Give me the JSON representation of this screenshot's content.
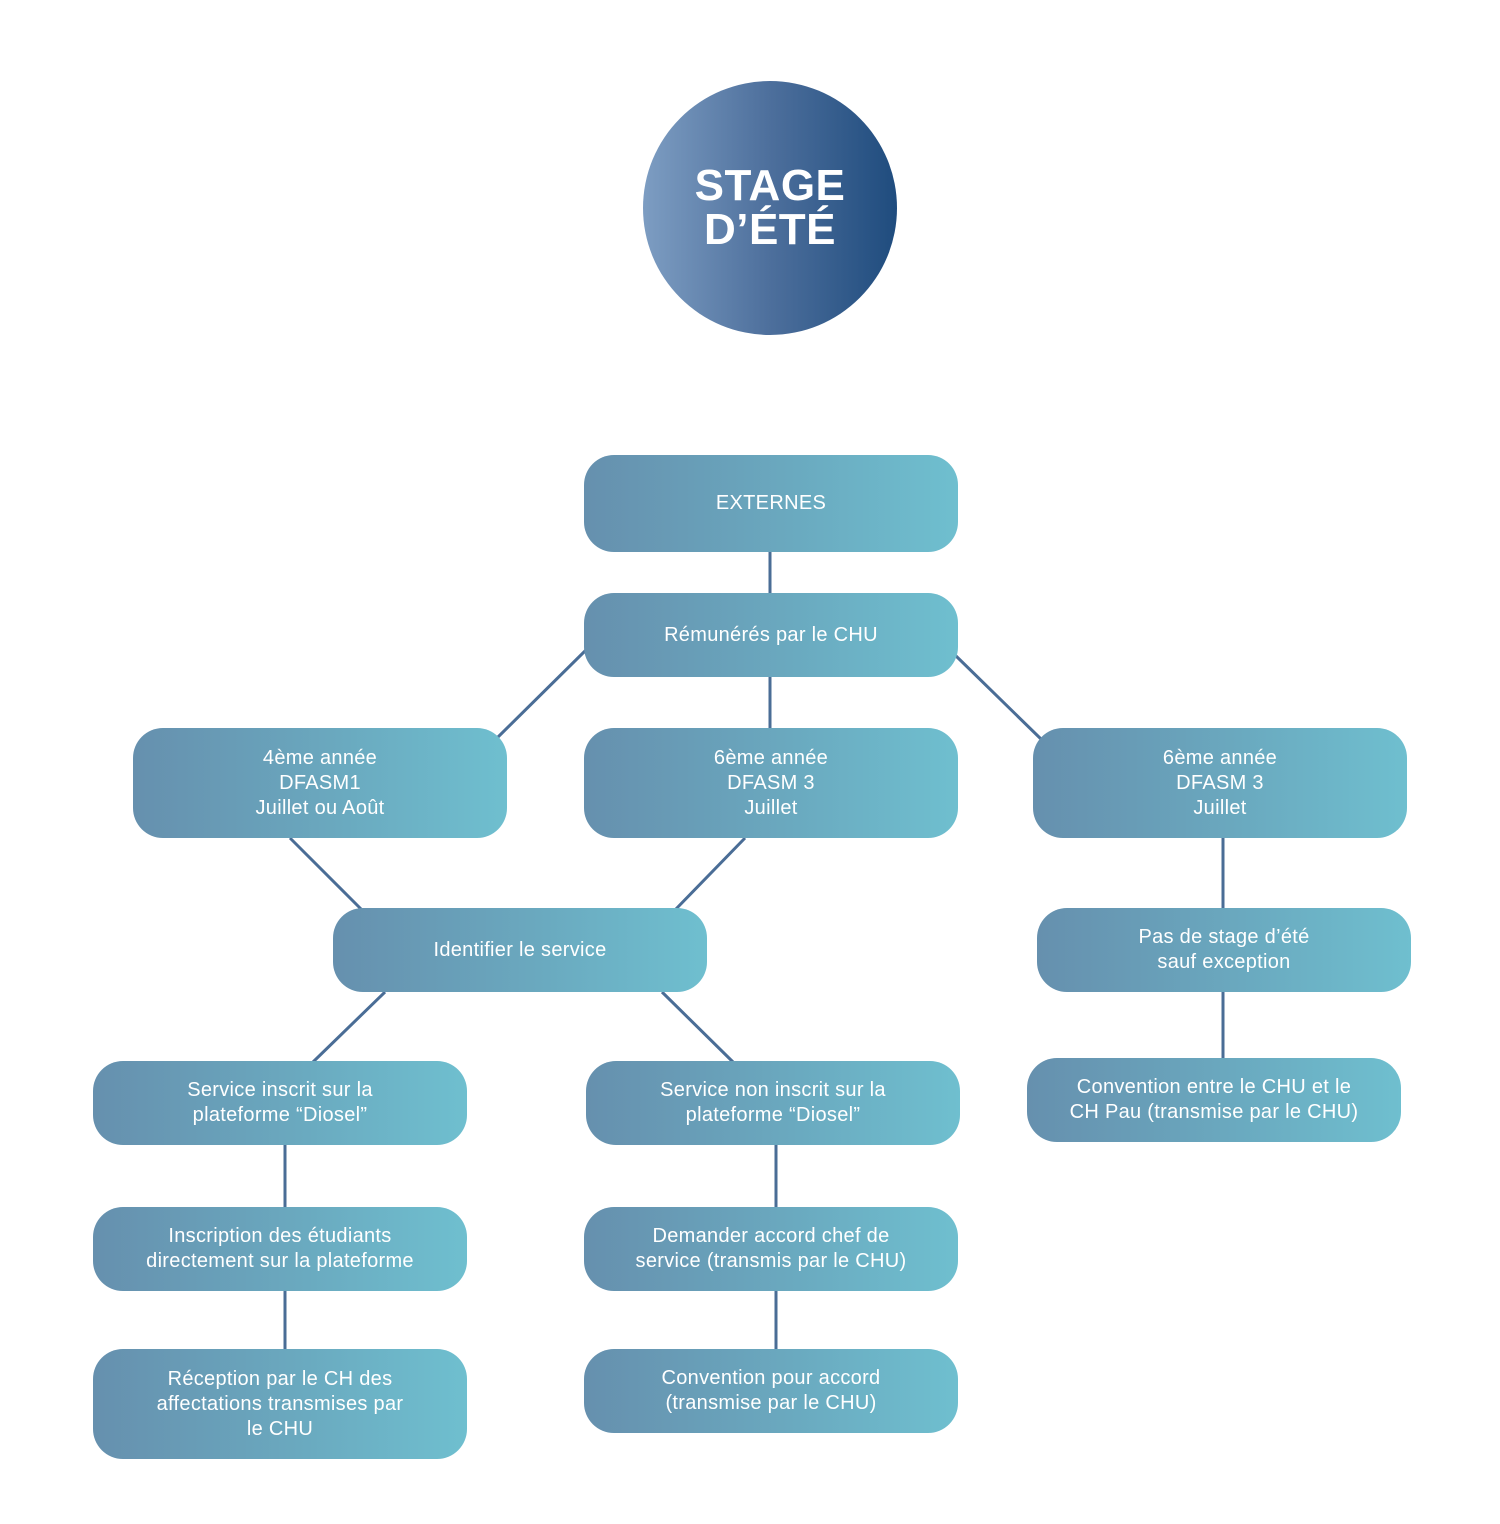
{
  "title": {
    "line1": "STAGE",
    "line2": "D’ÉTÉ"
  },
  "nodes": {
    "externes": [
      "EXTERNES"
    ],
    "remuneres": [
      "Rémunérés par le CHU"
    ],
    "annee4": [
      "4ème année",
      "DFASM1",
      "Juillet ou Août"
    ],
    "annee6_center": [
      "6ème année",
      "DFASM 3",
      "Juillet"
    ],
    "annee6_right": [
      "6ème année",
      "DFASM 3",
      "Juillet"
    ],
    "identifier": [
      "Identifier le service"
    ],
    "pas_de_stage": [
      "Pas de stage d’été",
      "sauf exception"
    ],
    "service_inscrit": [
      "Service inscrit sur la",
      "plateforme “Diosel”"
    ],
    "service_non_inscrit": [
      "Service non inscrit sur la",
      "plateforme “Diosel”"
    ],
    "convention_ch_pau": [
      "Convention entre le CHU et le",
      "CH Pau (transmise par le CHU)"
    ],
    "inscription": [
      "Inscription des étudiants",
      "directement sur la plateforme"
    ],
    "demander_accord": [
      "Demander accord chef de",
      "service (transmis par le CHU)"
    ],
    "reception": [
      "Réception par le CH des",
      "affectations transmises par",
      "le CHU"
    ],
    "convention_accord": [
      "Convention pour accord",
      "(transmise par le CHU)"
    ]
  },
  "colors": {
    "box_left": "#6690ae",
    "box_right": "#6fbfcf",
    "line": "#4a6d96",
    "circle_dark": "#1f4c7e"
  }
}
